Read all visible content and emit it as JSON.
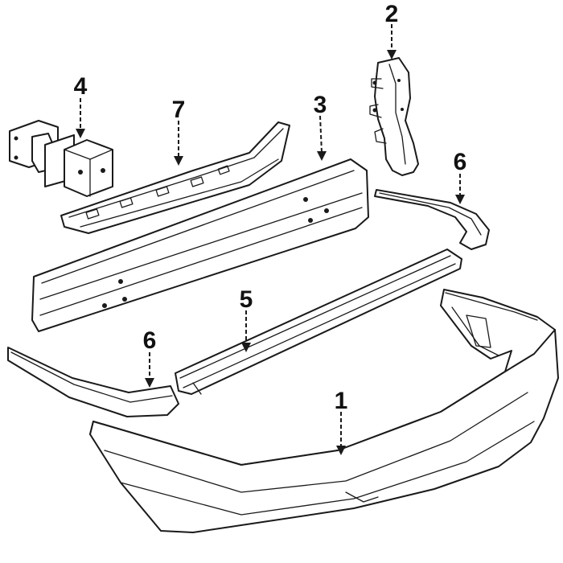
{
  "diagram": {
    "callouts": [
      {
        "id": "1",
        "label": "1"
      },
      {
        "id": "2",
        "label": "2"
      },
      {
        "id": "3",
        "label": "3"
      },
      {
        "id": "4",
        "label": "4"
      },
      {
        "id": "5",
        "label": "5"
      },
      {
        "id": "6-right",
        "label": "6"
      },
      {
        "id": "6-left",
        "label": "6"
      },
      {
        "id": "7",
        "label": "7"
      }
    ],
    "colors": {
      "line": "#1a1a1a",
      "background": "#ffffff"
    }
  }
}
